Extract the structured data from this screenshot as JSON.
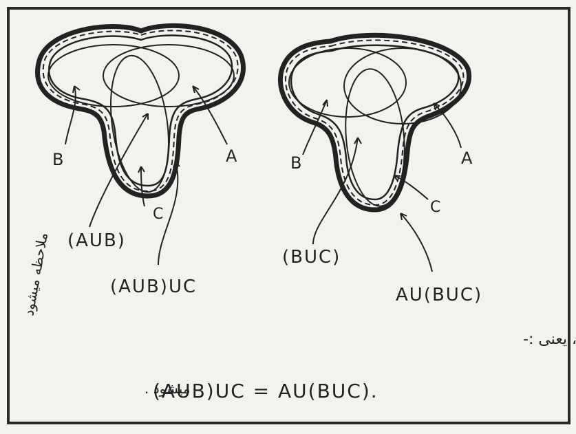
{
  "left_diagram": {
    "label_a": "A",
    "label_b": "B",
    "label_c": "C",
    "label_aub": "(AUB)",
    "label_result": "(AUB)UC"
  },
  "right_diagram": {
    "label_a": "A",
    "label_b": "B",
    "label_c": "C",
    "label_buc": "(BUC)",
    "label_result": "AU(BUC)"
  },
  "side_note": "ملاحظه میشود",
  "sentence": "که در هر دو حالت جواب فوق عین چیز است ، یعنی :-",
  "equation": "(AUB)UC = AU(BUC).",
  "equation_suffix": "میشود ."
}
